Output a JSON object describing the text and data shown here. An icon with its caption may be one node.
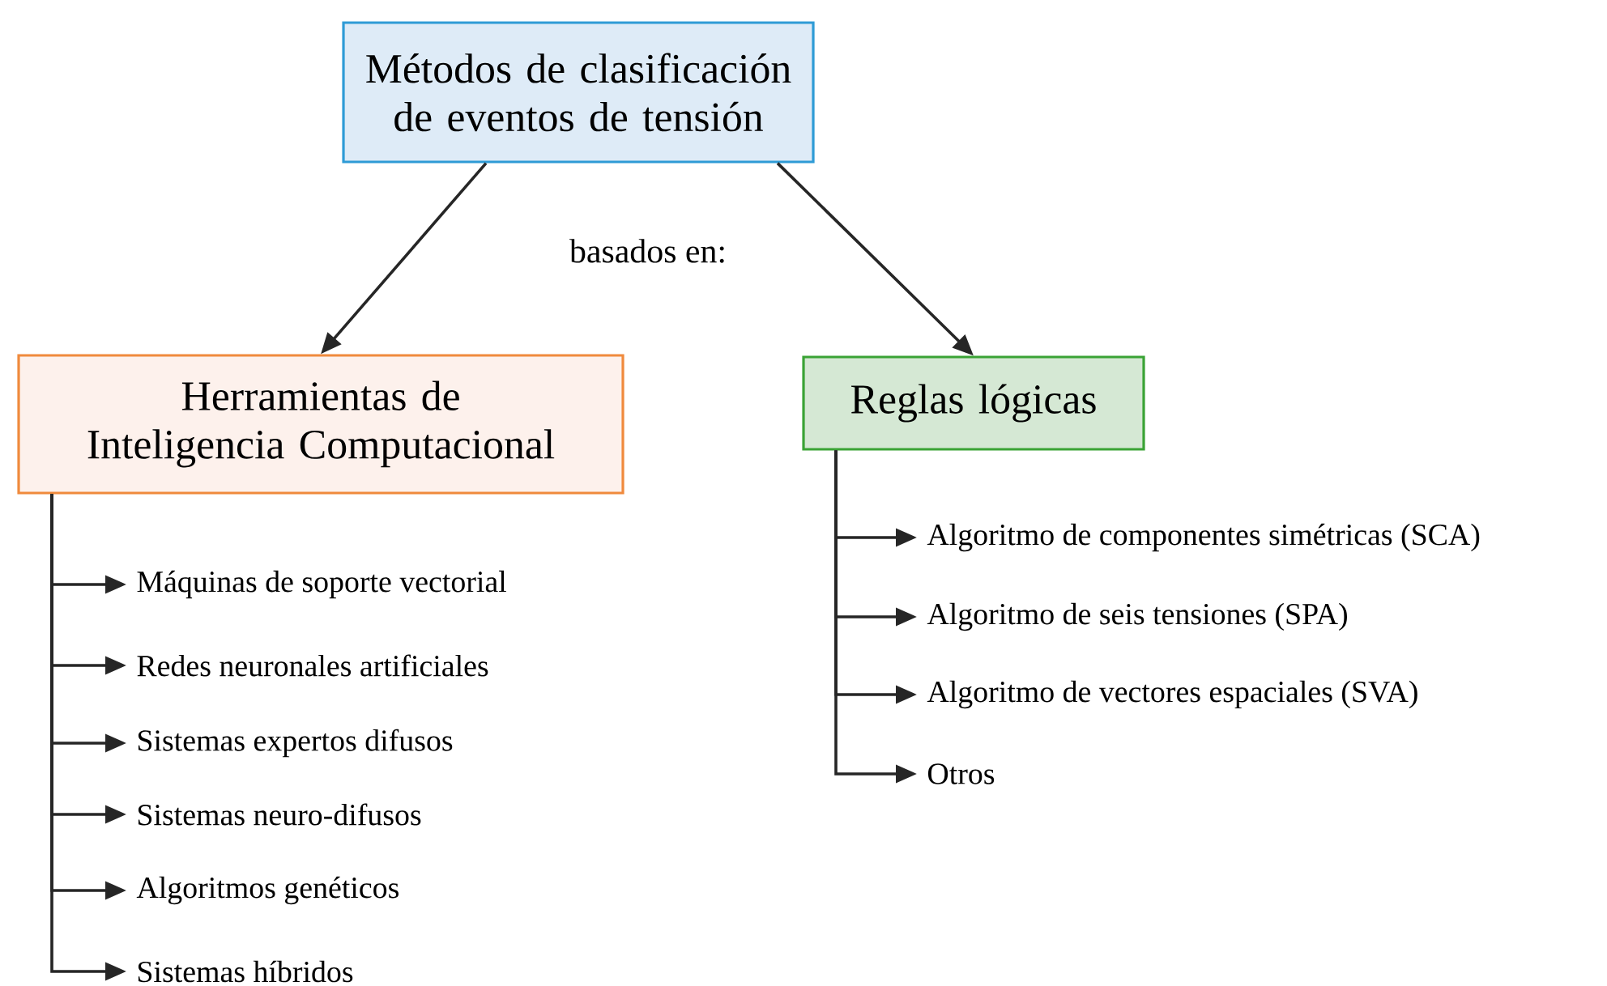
{
  "diagram": {
    "nodes": [
      {
        "text": [
          "Métodos de clasificación de eventos de tensión"
        ]
      },
      {
        "text": [
          "Herramientas de Inteligencia Computacional"
        ]
      },
      {
        "text": [
          "Reglas lógicas"
        ]
      },
      {
        "text": [
          "Máquinas de soporte vectorial"
        ]
      },
      {
        "text": [
          "Redes neuronales artificiales"
        ]
      },
      {
        "text": [
          "Sistemas expertos difusos"
        ]
      },
      {
        "text": [
          "Sistemas neuro-difusos"
        ]
      },
      {
        "text": [
          "Algoritmos genéticos"
        ]
      },
      {
        "text": [
          "Sistemas híbridos"
        ]
      },
      {
        "text": [
          "Algoritmo de componentes simétricas (SCA)"
        ]
      },
      {
        "text": [
          "Algoritmo de seis tensiones (SPA)"
        ]
      },
      {
        "text": [
          "Algoritmo de vectores espaciales (SVA)"
        ]
      },
      {
        "text": [
          "Otros"
        ]
      }
    ],
    "edges": [
      {
        "from": 0,
        "to": 1,
        "arrow": "to"
      },
      {
        "from": 0,
        "to": 2,
        "arrow": "to"
      },
      {
        "from": 1,
        "to": 3,
        "arrow": "to"
      },
      {
        "from": 1,
        "to": 4,
        "arrow": "to"
      },
      {
        "from": 1,
        "to": 5,
        "arrow": "to"
      },
      {
        "from": 1,
        "to": 6,
        "arrow": "to"
      },
      {
        "from": 1,
        "to": 7,
        "arrow": "to"
      },
      {
        "from": 1,
        "to": 8,
        "arrow": "to"
      },
      {
        "from": 2,
        "to": 9,
        "arrow": "to"
      },
      {
        "from": 2,
        "to": 10,
        "arrow": "to"
      },
      {
        "from": 2,
        "to": 11,
        "arrow": "to"
      },
      {
        "from": 2,
        "to": 12,
        "arrow": "to"
      }
    ],
    "labels": [
      "basados en:"
    ]
  }
}
